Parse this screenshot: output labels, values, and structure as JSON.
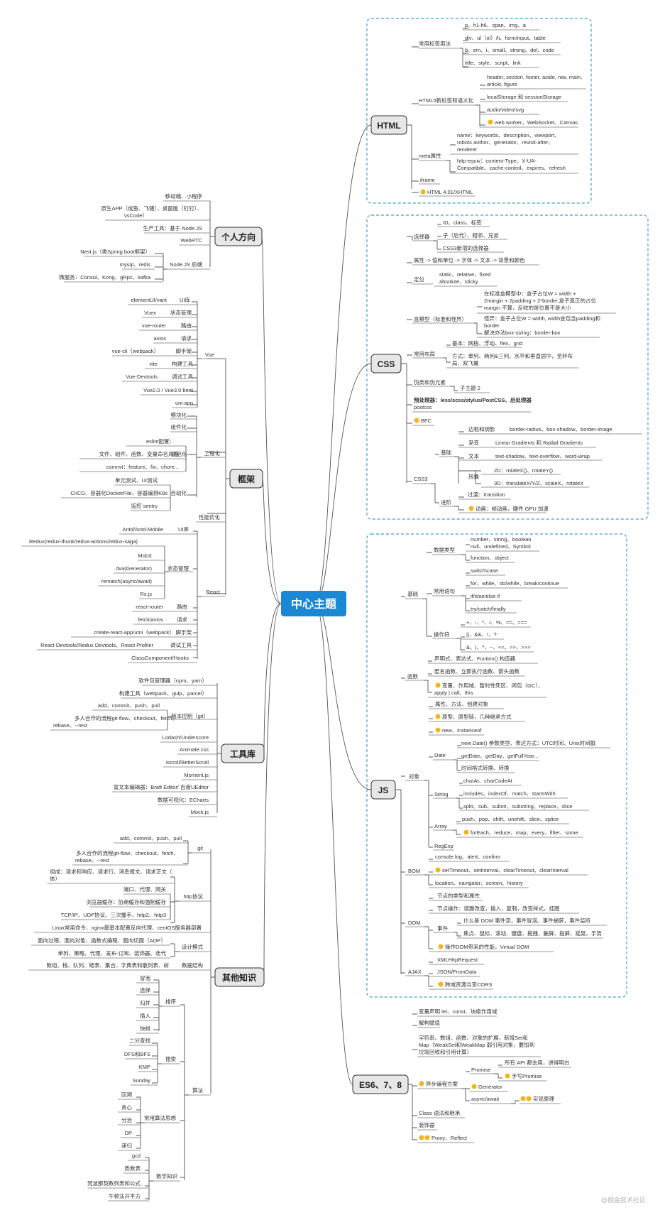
{
  "colors": {
    "center": "#1b88d6",
    "frame": "#3aa0d8",
    "category_fill": "#e7e7e7",
    "line": "#555555",
    "star": "#f2b51d"
  },
  "center": "中心主题",
  "watermark": "@掘金技术社区",
  "branches": {
    "html": {
      "title": "HTML",
      "tags_group": "常用标签用法",
      "tags": [
        "p、h1-h6、span、img、a",
        "div、ul（ol）/li、form/input、table",
        "b、em、i、small、strong、del、code",
        "title、style、script、link"
      ],
      "h5_group": "HTML5新标签和语义化",
      "h5": [
        "header, section, footer, aside, nav, main,",
        "article, figure",
        "localStorage 和 sessionStorage",
        "audio/video/svg",
        "web worker、WebSocket、Canvas"
      ],
      "meta_group": "meta属性",
      "meta": [
        "name：keywords、description、viewport、",
        "robots author、generator、revisit-after、",
        "renderer",
        "http-equiv：content-Type、X-UA-",
        "Compatible、cache-control、expires、refresh"
      ],
      "iframe": "iframe",
      "html4": "HTML 4.01/XHTML"
    },
    "css": {
      "title": "CSS",
      "selector_group": "选择器",
      "selectors": [
        "ID、class、标签",
        "子（后代）、相邻、兄弟",
        "CSS3新增的选择器"
      ],
      "attr": "属性 -> 值和单位 -> 字体 -> 文本 -> 背景和颜色",
      "position_group": "定位",
      "position": [
        "static、relative、fixed",
        "absolute、sticky"
      ],
      "boxmodel_group": "盒模型（标准和怪异）",
      "boxmodel": [
        "在标准盒模型中：盒子占位W = width +",
        "2margin + 2padding + 2*border,盒子真正的占位",
        "margin 不算，反收的是位置不是大小",
        "怪异：盒子占位W = width, width会包含padding和",
        "border",
        "解决办法box-sizing：border-box"
      ],
      "layout_group": "常用布局",
      "layout": [
        "基本：网格、浮动、flex、grid",
        "方式：单列、两列&三列，水平和垂直居中，圣杯布",
        "局、双飞翼"
      ],
      "pseudo_group": "伪类和伪元素",
      "pseudo": [
        "子主题 2"
      ],
      "preprocessor": [
        "预处理器：less/scss/stylus/PostCSS、后处理器",
        "postcss"
      ],
      "bfc": "BFC",
      "css3_group": "CSS3",
      "basic_group": "基础",
      "advanced_group": "进阶",
      "css3": [
        "边框和阴影",
        "border-radius、box-shadow、border-image",
        "渐变",
        "Linear Gradients 和 Radial Gradients",
        "文本",
        "text-shadow、text-overflow、word-wrap",
        "转换",
        "2D：rotateX()、rotateY()",
        "3D：translateX/Y/Z、scaleX、rotateX",
        "过渡：transition",
        "动画：帧动画，硬件 GPU 加速"
      ]
    },
    "js": {
      "title": "JS",
      "basics_group": "基础",
      "datatype_group": "数据类型",
      "datatypes": [
        "number、string、boolean",
        "null、undefined、Symbol",
        "function、object"
      ],
      "statement_group": "常用语句",
      "statements": [
        "switch\\case",
        "for、while、do/while、break/continue",
        "if/else/else if",
        "try/catch/finally"
      ],
      "operator_group": "操作符",
      "operators": [
        "+、-、*、/、%、==、===",
        "||、&&、!、?:",
        "&、|、^、~、<<、>>、>>>"
      ],
      "function_group": "函数",
      "functions": [
        "声明式、表达式、Fuction() 构造器",
        "匿名函数、立即执行函数、箭头函数",
        "变量、作用域、暂时性死区、闭包（GC）、",
        "apply | call、this"
      ],
      "object_group": "对象",
      "objects": [
        "属性、方法、创建对象",
        "原型、原型链，几种继承方式",
        "new、instanceof"
      ],
      "date_group": "Date",
      "date": [
        "new Date() 参数类型、表达方式：UTC时间、Unix时间戳",
        "getDate、getDay、getFullYear...",
        "时间格式转换、转换"
      ],
      "string_group": "String",
      "string": [
        "charAt、charCodeAt",
        "includes、indexOf、match、startsWith",
        "split、sub、substr、substring、replace、slice"
      ],
      "array_group": "Array",
      "array": [
        "push、pop、shift、unshift、slice、splice",
        "forEach、reduce、map、every、filter、some"
      ],
      "regexp": "RegExp",
      "bom_group": "BOM",
      "bom": [
        "console.log、alert、confirm",
        "setTimeout、setInterval、clearTimeout、clearInterval",
        "location、navigator、screen、history"
      ],
      "dom_group": "DOM",
      "event_group": "事件",
      "dom": [
        "节点的类型和属性",
        "节点操作：增删改查，插入，复制，改变样式，挂图",
        "什么是 DOM 事件流，事件冒泡、事件捕获，事件监听",
        "焦点、鼠标、滚动、键盘、拖拽、触屏、指屏、摇晃、手势",
        "操作DOM带来的性能，Virtual DOM"
      ],
      "ajax_group": "AJAX",
      "ajax": [
        "XMLHttpRequest",
        "JSON/FromData",
        "跨域资源共享CORS"
      ]
    },
    "es6": {
      "title": "ES6、7、8",
      "items": [
        "变量声明 let、const、块级作用域",
        "解构赋值",
        "字符串、数组、函数、对象的扩展，新增Set和",
        "Map（WeakSet和WeakMap 弱引用对象，要加到",
        "垃圾回收和引用计算）"
      ],
      "async_group": "异步编程方案",
      "promise_group": "Promise",
      "promise": [
        "所有 API 都会用，讲得明白",
        "手写Promise"
      ],
      "generator": "Generator",
      "asyncawait": "async/await",
      "impl": "实现原理",
      "tail": [
        "Class 语法和继承",
        "装饰器",
        "Proxy、Reflect"
      ]
    },
    "personal": {
      "title": "个人方向",
      "items": [
        "移动端、小程序",
        "原生APP（成鱼、飞猪）、桌面版（钉钉）、",
        "vsCode）",
        "生产工具：基于 Node.JS",
        "WebRTC",
        "Node.JS 后端",
        "Nest.js（类Spring boot框架）",
        "mysql、redis",
        "微服务：Consul、Kong、gRpc、kafka"
      ]
    },
    "framework": {
      "title": "框架",
      "vue": "Vue",
      "vue_items": [
        "elementUI/vant",
        "UI库",
        "Vuex",
        "状态管理",
        "vue-router",
        "路由",
        "axios",
        "请求",
        "vue-cli（webpack）",
        "脚手架",
        "vite",
        "构建工具",
        "Vue-Devtools",
        "调试工具",
        "Vue2.0 / Vue3.0 beat",
        "uni-app"
      ],
      "eng": "工程化",
      "eng_items": [
        "模块化",
        "组件化",
        "eslint配置：",
        "文件、组件、函数、变量命名风格",
        "commit：feature、fix、chore...",
        "规范化",
        "单元测试、UI测试",
        "CI/CD、容器化DockerFile、容器编排K8s",
        "监控 sentry",
        "自动化"
      ],
      "perf": "性能优化",
      "react": "React",
      "react_items": [
        "Antd/Antd-Mobile",
        "UI库",
        "Redux(redux-thunk/redux-actions/redux-saga)",
        "MobX",
        "dva(Generator)",
        "rematch(async/await)",
        "Rx.js",
        "状态管理",
        "react-router",
        "路由",
        "fetch/axios",
        "请求",
        "create-react-app/umi（webpack）",
        "脚手架",
        "React Devtools/Redux Devtools、React Profiler",
        "调试工具",
        "ClassComponent/Hooks"
      ]
    },
    "tools": {
      "title": "工具库",
      "items": [
        "软件包管理器（npm、yarn）",
        "构建工具（webpack、gulp、parcel）",
        "add、commit、push、pull",
        "多人合作的流程git-flow、checkout、fetch、",
        "rebase、--rest",
        "版本控制（git）",
        "Lodash/Underscore",
        "Animate.css",
        "iscroll/BetterScroll",
        "Moment.js",
        "富文本编辑器：Braft Editor/ 百度UEditor",
        "数据可视化：ECharts",
        "Mock.js"
      ]
    },
    "other": {
      "title": "其他知识",
      "git": "git",
      "git_items": [
        "add、commit、push、pull",
        "多人合作的流程git-flow、checkout、fetch、",
        "rebase、--rest"
      ],
      "http": "http协议",
      "http_items": [
        "组成：请求和响应、请求行、消息报文、请求正文（",
        "体）",
        "端口、代理、网关",
        "浏览器缓存：协商缓存和强制缓存",
        "TCP/IP、UDP协议、三次握手、http2、http3"
      ],
      "linux": "Linux常用命令、nginx最基本配置反向代理、centOS服务器部署",
      "design": "设计模式",
      "design_items": [
        "面向过程、面向对象、函数式编程、面向切面（AOP）",
        "单列、策略、代理、发布-订阅、装饰器、迭代"
      ],
      "ds": "数据结构",
      "ds_items": [
        "数组、栈、队列、链表、集合、字典表和散列表、树"
      ],
      "algo": "算法",
      "sort": "排序",
      "sort_items": [
        "冒泡",
        "选择",
        "归并",
        "插入",
        "快排"
      ],
      "search": "搜索",
      "search_items": [
        "二分查找",
        "DFS和BFS",
        "KMP",
        "Sunday"
      ],
      "common": "常用算法思想",
      "common_items": [
        "回溯",
        "贪心",
        "分治",
        "DP",
        "递归"
      ],
      "math": "数学知识",
      "math_items": [
        "gcd",
        "质数表",
        "梵波那契数列表和公式",
        "牛顿法开平方"
      ]
    }
  }
}
